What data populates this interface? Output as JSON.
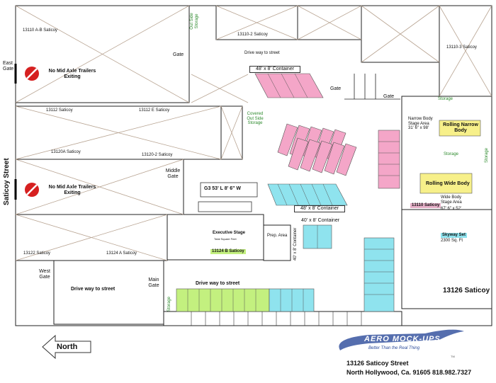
{
  "street": "Saticoy Street",
  "north": "North",
  "logo": {
    "brand": "AERO MOCK-UPS",
    "tagline": "Better Than the Real Thing",
    "tm": "TM",
    "address1": "13126 Saticoy Street",
    "address2": "North Hollywood, Ca. 91605  818.982.7327"
  },
  "units": {
    "u13110_ab": "13110 A-B Saticoy",
    "u13110_2": "13110-2 Saticoy",
    "u13110_3": "13110-3 Saticoy",
    "u13112": "13112 Saticoy",
    "u13112_e": "13112 E Saticoy",
    "u13120a": "13120A Saticoy",
    "u13120_2": "13120-2 Saticoy",
    "u13122": "13122 Saticoy",
    "u13124_a": "13124 A Saticoy",
    "u13124_b": "13124 B Saticoy",
    "u13110": "13110 Saticoy",
    "u13126": "13126 Saticoy"
  },
  "gates": {
    "east": "East Gate",
    "gate1": "Gate",
    "gate2": "Gate",
    "gate3": "Gate",
    "middle": "Middle Gate",
    "west": "West Gate",
    "main": "Main Gate"
  },
  "signs": {
    "no_trailers": "No Mid Axle Trailers Exiting",
    "no_trailers_2": "No Mid Axle Trailers Exiting"
  },
  "drive": {
    "top": "Drive way to street",
    "bottom_left": "Drive way to street",
    "bottom_center": "Drive way to street"
  },
  "storage": {
    "out_side_top": "Out Side Storage",
    "covered": "Covered Out Side Storage",
    "top_right": "Storage",
    "right_vertical": "Storage",
    "middle": "Storage",
    "bottom_left": "Storage"
  },
  "containers": {
    "top": "48' x 8' Container",
    "middle": "48' x 8' Container",
    "small": "40' x 8' Container",
    "vertical": "40' x 8' Container"
  },
  "stages": {
    "g3": "G3 53' L 8' 6\" W",
    "executive": "Executive Stage",
    "executive_sub": "Total Square Feet",
    "prep": "Prep. Area",
    "narrow_area": "Narrow Body Stage Area",
    "narrow_dims": "31' 6\" x 98'",
    "wide_area": "Wide Body Stage Area",
    "wide_dims": "67' 6\" x 52'",
    "rolling_narrow": "Rolling Narrow Body",
    "rolling_wide": "Rolling Wide Body",
    "skyway": "Skyway Set",
    "skyway_sub": "2300 Sq. Ft"
  },
  "colors": {
    "pink": "#f4a6c8",
    "cyan": "#8fe3ee",
    "green": "#c3f07f",
    "yellow": "#f7f08a",
    "sign_red": "#d62020",
    "logo_blue": "#2a4a9a"
  }
}
